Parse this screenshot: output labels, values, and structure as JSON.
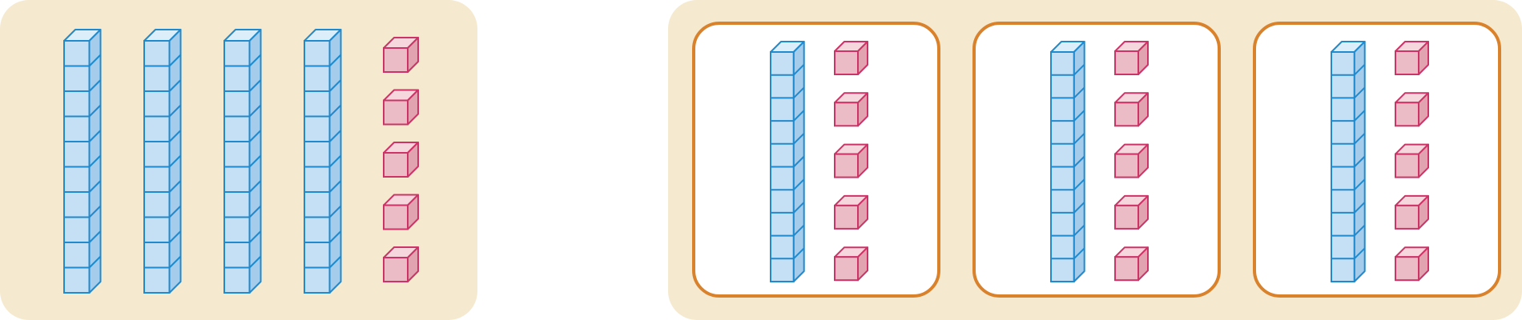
{
  "colors": {
    "panel_bg": "#f5e9cf",
    "group_border": "#d9822b",
    "group_fill": "#ffffff",
    "ten_rod_face": "#c5dff4",
    "ten_rod_side": "#a6ccec",
    "ten_rod_top": "#ddeefb",
    "ten_rod_stroke": "#1f8acd",
    "unit_cube_face": "#ecbcc6",
    "unit_cube_side": "#e2a3b1",
    "unit_cube_top": "#f6d7de",
    "unit_cube_stroke": "#cc3366"
  },
  "left_panel": {
    "ten_rods": 4,
    "unit_cubes": 5,
    "cubes_per_rod": 10
  },
  "right_panel": {
    "groups": [
      {
        "ten_rods": 1,
        "unit_cubes": 5,
        "cubes_per_rod": 10
      },
      {
        "ten_rods": 1,
        "unit_cubes": 5,
        "cubes_per_rod": 10
      },
      {
        "ten_rods": 1,
        "unit_cubes": 5,
        "cubes_per_rod": 10
      }
    ]
  }
}
